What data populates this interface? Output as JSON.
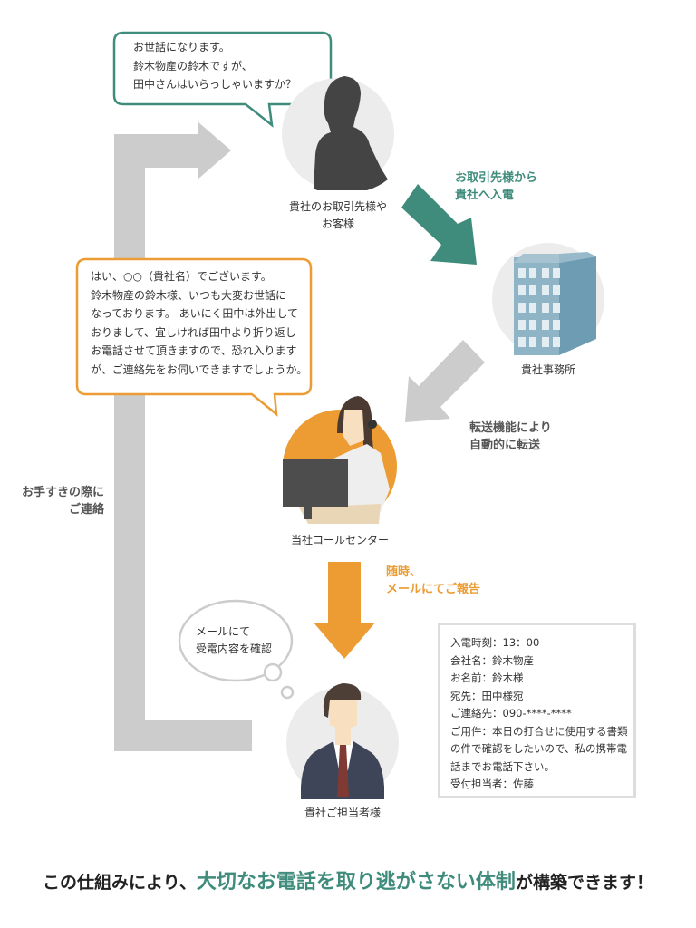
{
  "colors": {
    "teal": "#3f8c7c",
    "orange": "#ec9c33",
    "gray_arrow": "#cccccc",
    "circle_bg": "#ececec",
    "text": "#333333"
  },
  "nodes": {
    "client": {
      "label": "貴社のお取引先様や\nお客様",
      "icon": "person-silhouette-icon"
    },
    "office": {
      "label": "貴社事務所",
      "icon": "office-building-icon"
    },
    "call_center": {
      "label": "当社コールセンター",
      "icon": "operator-headset-icon"
    },
    "staff": {
      "label": "貴社ご担当者様",
      "icon": "businessman-icon"
    }
  },
  "bubbles": {
    "client_speech": "お世話になります。\n鈴木物産の鈴木ですが、\n田中さんはいらっしゃいますか？",
    "operator_speech": "はい、○○（貴社名）でございます。\n鈴木物産の鈴木様、いつも大変お世話に\nなっております。 あいにく田中は外出して\nおりまして、宜しければ田中より折り返し\nお電話させて頂きますので、恐れ入ります\nが、ご連絡先をお伺いできますでしょうか。",
    "staff_thought": "メールにて\n受電内容を確認"
  },
  "steps": {
    "incoming_call": "お取引先様から\n貴社へ入電",
    "auto_transfer": "転送機能により\n自動的に転送",
    "email_report": "随時、\nメールにてご報告",
    "callback": "お手すきの際に\nご連絡"
  },
  "mail": {
    "icon": "envelope-icon",
    "lines": [
      "入電時刻：13：00",
      "会社名：鈴木物産",
      "お名前：鈴木様",
      "宛先：田中様宛",
      "ご連絡先：090-****-****",
      "ご用件：本日の打合せに使用する書類",
      "の件で確認をしたいので、私の携帯電",
      "話までお電話下さい。",
      "受付担当者：佐藤"
    ]
  },
  "conclusion": {
    "prefix": "この仕組みにより、",
    "highlight": "大切なお電話を取り逃がさない体制",
    "suffix": "が構築できます！"
  }
}
